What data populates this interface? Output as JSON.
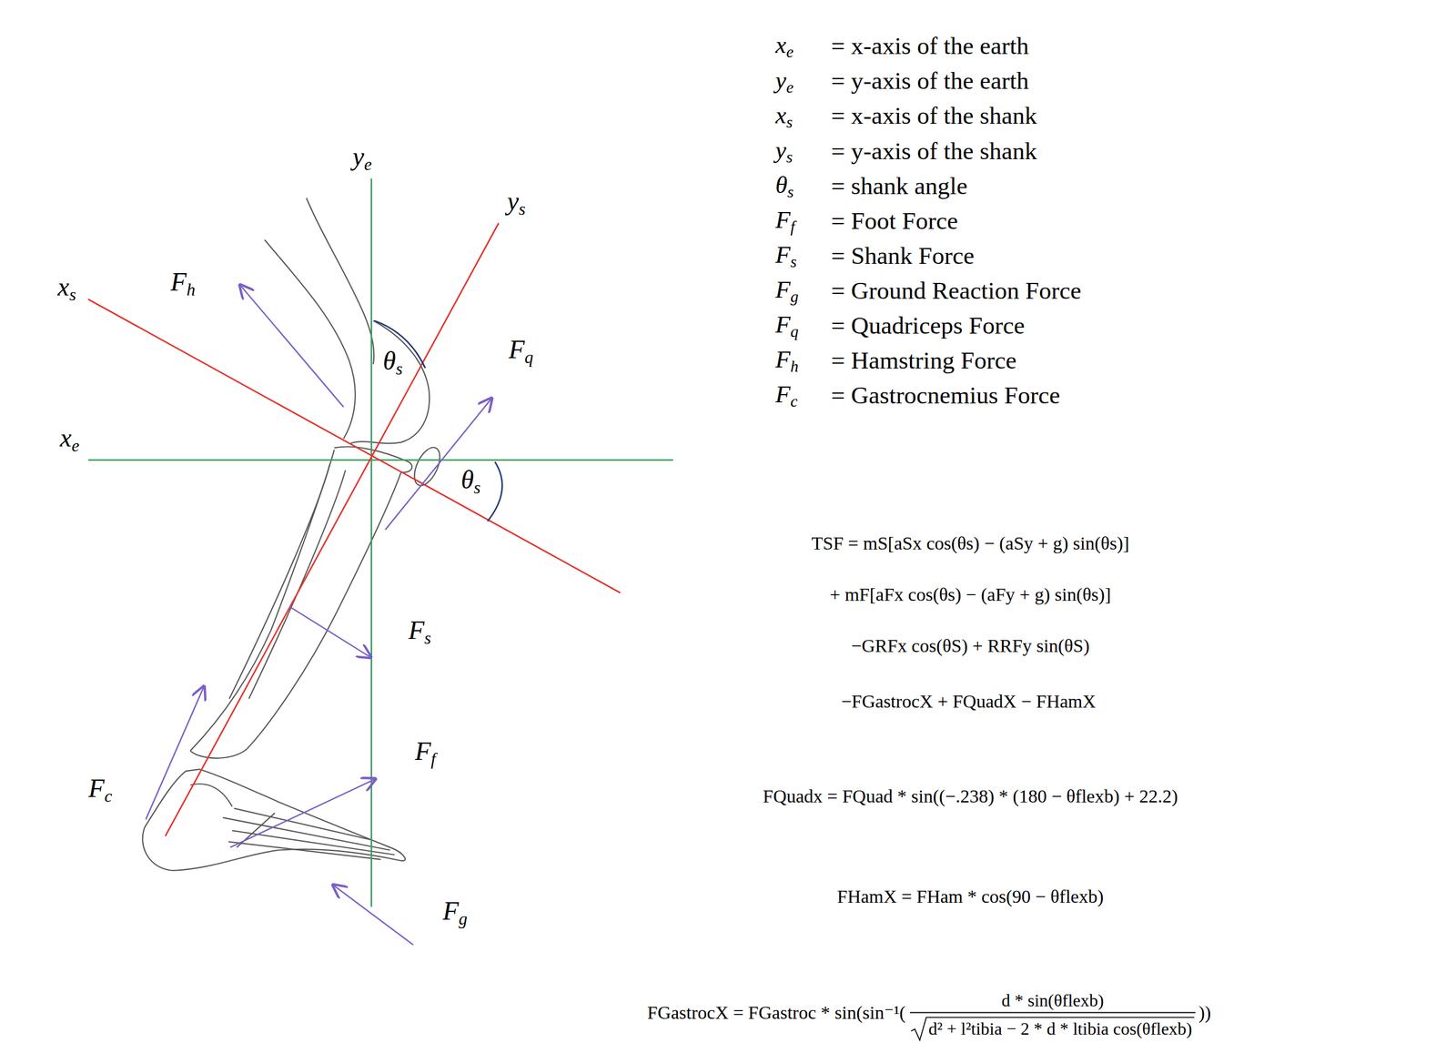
{
  "diagram": {
    "labels": [
      "ye",
      "ys",
      "xs",
      "Fh",
      "θs",
      "Fq",
      "xe",
      "θs",
      "Fs",
      "Ff",
      "Fc",
      "Fg",
      "xe",
      "= x-axis of the earth",
      "ye",
      "= y-axis of the earth",
      "xs",
      "= x-axis of the shank",
      "ys",
      "= y-axis of the shank",
      "θs",
      "= shank angle",
      "Ff",
      "= Foot Force",
      "Fs",
      "= Shank Force",
      "Fg",
      "= Ground Reaction Force",
      "Fq",
      "= Quadriceps Force",
      "Fh",
      "= Hamstring Force",
      "Fc",
      "= Gastrocnemius Force",
      "TSF = mS[aSx cos(θs) − (aSy + g) sin(θs)]",
      "+ mF[aFx cos(θs) − (aFy + g) sin(θs)]",
      "−GRFx cos(θS) + RRFy sin(θS)",
      "−FGastrocX + FQuadX − FHamX",
      "FQuadx = FQuad * sin((−.238) * (180 − θflexb) + 22.2)",
      "FHamX = FHam * cos(90 − θflexb)",
      "FGastrocX = FGastroc * sin(sin⁻¹(",
      "d * sin(θflexb)",
      "d² + l²tibia − 2 * d * ltibia cos(θflexb)",
      "))"
    ]
  }
}
